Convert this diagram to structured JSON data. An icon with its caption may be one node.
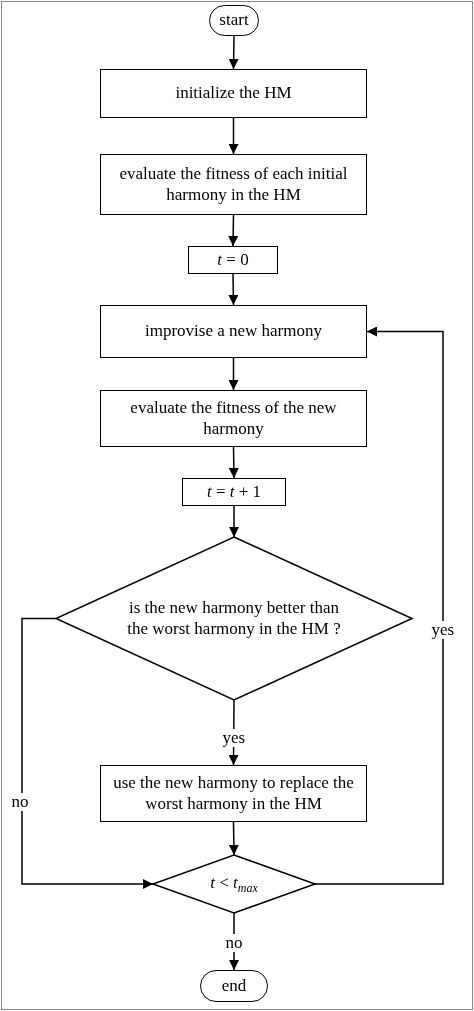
{
  "diagram": {
    "nodes": [
      {
        "text": [
          "start"
        ]
      },
      {
        "text": [
          "initialize the HM"
        ]
      },
      {
        "text": [
          "evaluate the fitness of each initial harmony in the HM"
        ]
      },
      {
        "text": [
          "*t* = 0"
        ]
      },
      {
        "text": [
          "improvise a new harmony"
        ]
      },
      {
        "text": [
          "evaluate the fitness of the new harmony"
        ]
      },
      {
        "text": [
          "*t* = *t* + 1"
        ]
      },
      {
        "text": [
          "is the new harmony better than the worst harmony in the HM ?"
        ]
      },
      {
        "text": [
          "use the new harmony to replace the worst harmony in the HM"
        ]
      },
      {
        "text": [
          "*t* < *t*$_{max}$"
        ]
      },
      {
        "text": [
          "end"
        ]
      }
    ],
    "edges": [
      {
        "from": 0,
        "to": 1,
        "arrow": "to"
      },
      {
        "from": 1,
        "to": 2,
        "arrow": "to"
      },
      {
        "from": 2,
        "to": 3,
        "arrow": "to"
      },
      {
        "from": 3,
        "to": 4,
        "arrow": "to"
      },
      {
        "from": 4,
        "to": 5,
        "arrow": "to"
      },
      {
        "from": 5,
        "to": 6,
        "arrow": "to"
      },
      {
        "from": 6,
        "to": 7,
        "arrow": "to"
      },
      {
        "from": 7,
        "to": 8,
        "arrow": "to",
        "label": "yes"
      },
      {
        "from": 7,
        "to": 9,
        "arrow": "to",
        "label": "no"
      },
      {
        "from": 8,
        "to": 9,
        "arrow": "to"
      },
      {
        "from": 9,
        "to": 4,
        "arrow": "to",
        "label": "yes"
      },
      {
        "from": 9,
        "to": 10,
        "arrow": "to",
        "label": "no"
      }
    ]
  }
}
